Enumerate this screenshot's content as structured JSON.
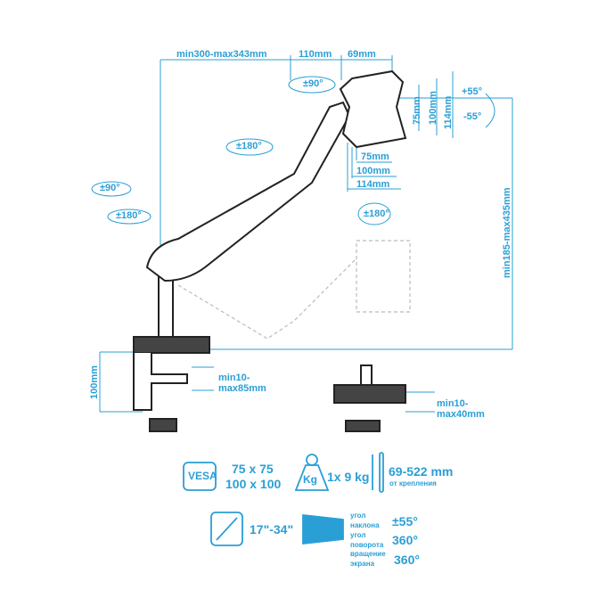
{
  "dimensions": {
    "reach": "min300-max343mm",
    "arm_segment": "110mm",
    "head_offset": "69mm",
    "height": "min185-max435mm",
    "clamp_height": "100mm",
    "clamp_range_grommet": "min10-\nmax85mm",
    "clamp_range_bolt": "min10-\nmax40mm"
  },
  "rotations": {
    "head_swivel": "±90°",
    "arm_rotation": "±180°",
    "base_swivel": "±90°",
    "base_rotation": "±180°",
    "screen_rotation": "±180°",
    "tilt_up": "+55°",
    "tilt_down": "-55°"
  },
  "vesa_plate": {
    "vertical": [
      "75mm",
      "100mm",
      "114mm"
    ],
    "horizontal": [
      "75mm",
      "100mm",
      "114mm"
    ]
  },
  "specs": {
    "vesa_label": "VESA",
    "vesa_sizes": [
      "75 x 75",
      "100 x 100"
    ],
    "weight_icon_label": "Kg",
    "weight": "1x 9 kg",
    "distance": "69-522 mm",
    "distance_note": "от крепления",
    "screen_size": "17\"-34\"",
    "tilt_label": "угол\nнаклона",
    "tilt_value": "±55°",
    "swivel_label": "угол\nповорота",
    "swivel_value": "360°",
    "rotation_label": "вращение\nэкрана",
    "rotation_value": "360°"
  },
  "colors": {
    "accent": "#2a9fd6",
    "line": "#222222"
  }
}
